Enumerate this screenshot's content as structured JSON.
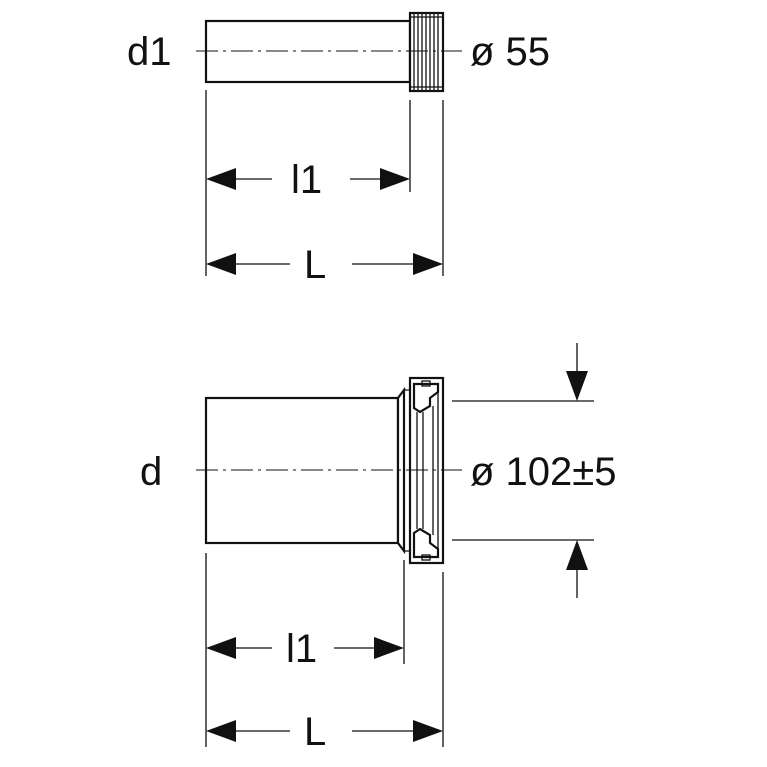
{
  "top_part": {
    "diameter_label": "d1",
    "outer_diameter_text": "ø 55",
    "inner_length_label": "l1",
    "total_length_label": "L"
  },
  "bottom_part": {
    "diameter_label": "d",
    "outer_diameter_text": "ø 102±5",
    "inner_length_label": "l1",
    "total_length_label": "L"
  }
}
